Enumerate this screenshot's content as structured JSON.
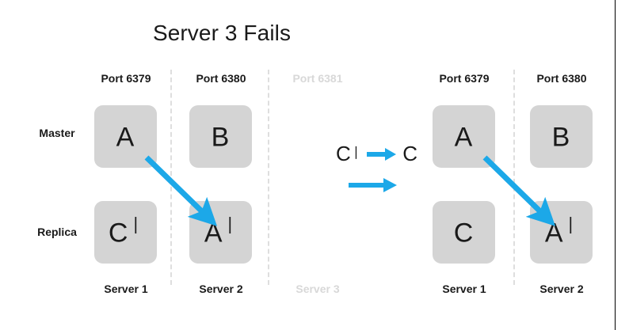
{
  "slide": {
    "title": "Server 3 Fails",
    "background_color": "#ffffff",
    "accent_color": "#1CA8E8",
    "node_color": "#d4d4d4",
    "dim_color": "#d8d8d8",
    "divider_color": "#dedede"
  },
  "row_labels": {
    "master": "Master",
    "replica": "Replica"
  },
  "panels": [
    {
      "name": "before",
      "columns": [
        {
          "port": "Port 6379",
          "server": "Server 1",
          "dim": false,
          "master": "A",
          "master_prime": "",
          "replica": "C",
          "replica_prime": "❘"
        },
        {
          "port": "Port 6380",
          "server": "Server 2",
          "dim": false,
          "master": "B",
          "master_prime": "",
          "replica": "A",
          "replica_prime": "❘"
        },
        {
          "port": "Port 6381",
          "server": "Server 3",
          "dim": true,
          "master": "",
          "master_prime": "",
          "replica": "",
          "replica_prime": ""
        }
      ]
    },
    {
      "name": "after",
      "columns": [
        {
          "port": "Port 6379",
          "server": "Server 1",
          "dim": false,
          "master": "A",
          "master_prime": "",
          "replica": "C",
          "replica_prime": ""
        },
        {
          "port": "Port 6380",
          "server": "Server 2",
          "dim": false,
          "master": "B",
          "master_prime": "",
          "replica": "A",
          "replica_prime": "❘"
        }
      ]
    }
  ],
  "legend": {
    "from_label": "C",
    "from_prime": "❘",
    "to_label": "C",
    "arrow_icon": "right-arrow-icon",
    "second_arrow_icon": "right-arrow-icon"
  }
}
